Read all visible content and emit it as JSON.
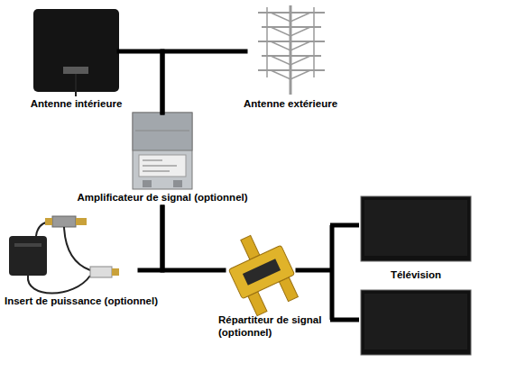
{
  "diagram": {
    "nodes": [
      {
        "text": [
          "Antenne intérieure"
        ]
      },
      {
        "text": [
          "Antenne extérieure"
        ]
      },
      {
        "text": [
          "Amplificateur de signal (optionnel)"
        ]
      },
      {
        "text": [
          "Insert de puissance (optionnel)"
        ]
      },
      {
        "text": [
          "Répartiteur de signal (optionnel)"
        ]
      },
      {
        "text": [
          "Télévision"
        ]
      }
    ],
    "edges": [
      {
        "from": 0,
        "to": 2,
        "arrow": "none"
      },
      {
        "from": 1,
        "to": 2,
        "arrow": "none"
      },
      {
        "from": 2,
        "to": 3,
        "arrow": "none"
      },
      {
        "from": 2,
        "to": 4,
        "arrow": "none"
      },
      {
        "from": 4,
        "to": 5,
        "arrow": "none"
      }
    ]
  }
}
